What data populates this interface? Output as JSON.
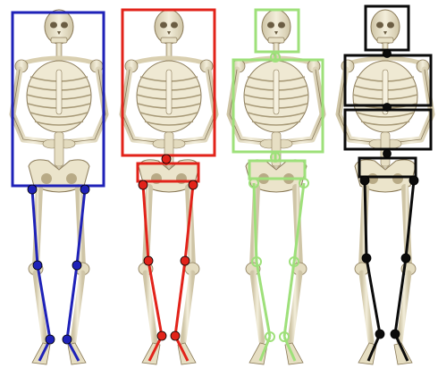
{
  "figure": {
    "panels": [
      {
        "id": "panel-1",
        "box_color": "#1f22b8",
        "joint_color": "#1f22b8"
      },
      {
        "id": "panel-2",
        "box_color": "#e2231a",
        "joint_color": "#e2231a"
      },
      {
        "id": "panel-3",
        "box_color": "#9ee07a",
        "joint_color": "#9ee07a"
      },
      {
        "id": "panel-4",
        "box_color": "#0b0b0b",
        "joint_color": "#0b0b0b"
      }
    ],
    "skeleton_palette": {
      "bone": "#e9e2c8",
      "shade": "#b9aa86",
      "outline": "#7a6b4a"
    }
  }
}
